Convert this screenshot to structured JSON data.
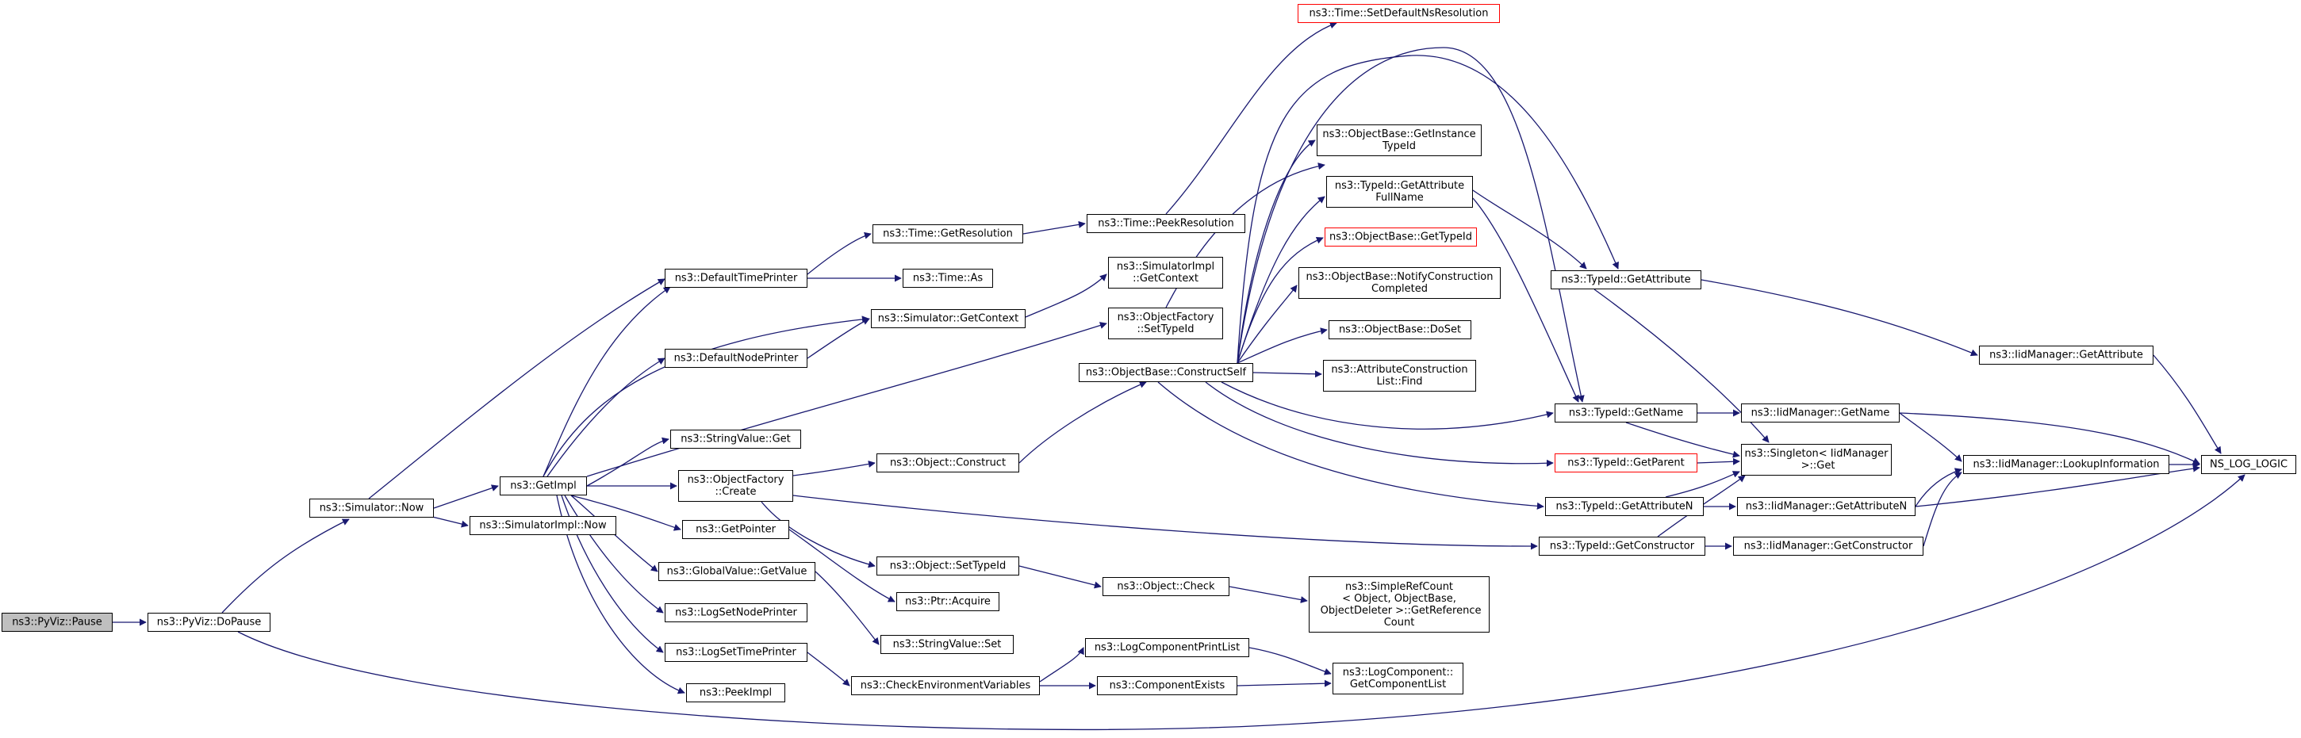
{
  "colors": {
    "edge": "#191970",
    "border": "#000000",
    "root_fill": "#bfbfbf",
    "truncated_border": "#ff0000"
  },
  "nodes": {
    "pyviz_pause": "ns3::PyViz::Pause",
    "pyviz_dopause": "ns3::PyViz::DoPause",
    "simulator_now": "ns3::Simulator::Now",
    "getimpl": "ns3::GetImpl",
    "simulatorimpl_now": "ns3::SimulatorImpl::Now",
    "defaulttimeprinter": "ns3::DefaultTimePrinter",
    "defaultnodeprinter": "ns3::DefaultNodePrinter",
    "stringvalue_get": "ns3::StringValue::Get",
    "objectfactory_create": "ns3::ObjectFactory\n::Create",
    "getpointer": "ns3::GetPointer",
    "globalvalue_getvalue": "ns3::GlobalValue::GetValue",
    "logsetnodeprinter": "ns3::LogSetNodePrinter",
    "logsettimeprinter": "ns3::LogSetTimePrinter",
    "peekimpl": "ns3::PeekImpl",
    "time_getresolution": "ns3::Time::GetResolution",
    "time_as": "ns3::Time::As",
    "simulator_getcontext": "ns3::Simulator::GetContext",
    "object_construct": "ns3::Object::Construct",
    "object_settypeid": "ns3::Object::SetTypeId",
    "ptr_acquire": "ns3::Ptr::Acquire",
    "stringvalue_set": "ns3::StringValue::Set",
    "checkenvironmentvariables": "ns3::CheckEnvironmentVariables",
    "time_peekresolution": "ns3::Time::PeekResolution",
    "simulatorimpl_getcontext": "ns3::SimulatorImpl\n::GetContext",
    "objectfactory_settypeid": "ns3::ObjectFactory\n::SetTypeId",
    "objectbase_constructself": "ns3::ObjectBase::ConstructSelf",
    "object_check": "ns3::Object::Check",
    "logcomponentprintlist": "ns3::LogComponentPrintList",
    "componentexists": "ns3::ComponentExists",
    "time_setdefaultnsresolution": "ns3::Time::SetDefaultNsResolution",
    "objectbase_getinstancetypeid": "ns3::ObjectBase::GetInstance\nTypeId",
    "typeid_getattributefullname": "ns3::TypeId::GetAttribute\nFullName",
    "objectbase_gettypeid": "ns3::ObjectBase::GetTypeId",
    "objectbase_notifyconstructioncompleted": "ns3::ObjectBase::NotifyConstruction\nCompleted",
    "objectbase_doset": "ns3::ObjectBase::DoSet",
    "attributeconstructionlist_find": "ns3::AttributeConstruction\nList::Find",
    "simplerefcount_getreferencecount": "ns3::SimpleRefCount\n< Object, ObjectBase,\n ObjectDeleter >::GetReference\nCount",
    "logcomponent_getcomponentlist": "ns3::LogComponent::\nGetComponentList",
    "typeid_getattribute": "ns3::TypeId::GetAttribute",
    "typeid_getname": "ns3::TypeId::GetName",
    "typeid_getparent": "ns3::TypeId::GetParent",
    "typeid_getattributen": "ns3::TypeId::GetAttributeN",
    "typeid_getconstructor": "ns3::TypeId::GetConstructor",
    "singleton_iidmanager_get": "ns3::Singleton< IidManager\n >::Get",
    "iidmanager_getname": "ns3::IidManager::GetName",
    "iidmanager_getattributen": "ns3::IidManager::GetAttributeN",
    "iidmanager_getconstructor": "ns3::IidManager::GetConstructor",
    "iidmanager_getattribute": "ns3::IidManager::GetAttribute",
    "iidmanager_lookupinformation": "ns3::IidManager::LookupInformation",
    "ns_log_logic": "NS_LOG_LOGIC"
  }
}
